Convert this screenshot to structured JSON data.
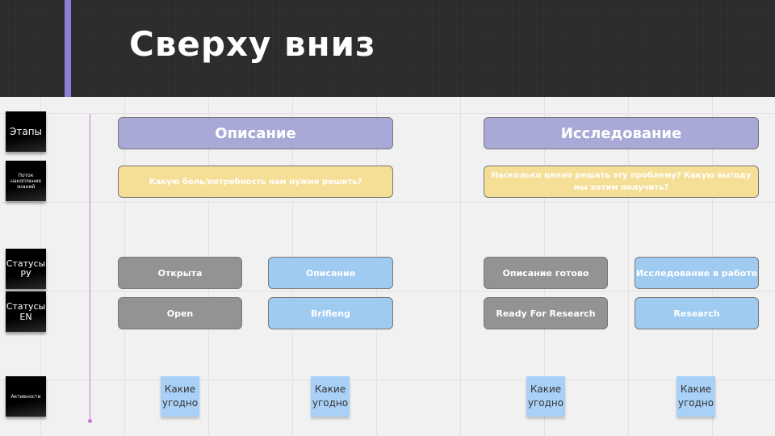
{
  "header": {
    "title": "Сверху вниз"
  },
  "rows": {
    "stages": "Этапы",
    "knowledge": "Поток накопления знаний",
    "statuses_ru": "Статусы РУ",
    "statuses_en": "Статусы EN",
    "activities": "Активности"
  },
  "columns": [
    {
      "stage": "Описание",
      "question": "Какую боль/потребность нам нужно решить?",
      "ru": [
        "Открыта",
        "Описание"
      ],
      "en": [
        "Open",
        "Brifieng"
      ]
    },
    {
      "stage": "Исследование",
      "question": "Насколько ценно решать эту проблему? Какую выгоду мы хотим получить?",
      "ru": [
        "Описание готово",
        "Исследование в работе"
      ],
      "en": [
        "Ready For Research",
        "Research"
      ]
    }
  ],
  "activity_note": "Какие угодно",
  "colors": {
    "stage": "#a9a9d7",
    "question": "#f5df96",
    "gray": "#939393",
    "blue": "#9fcbf1",
    "accent": "#8b7fd6"
  }
}
